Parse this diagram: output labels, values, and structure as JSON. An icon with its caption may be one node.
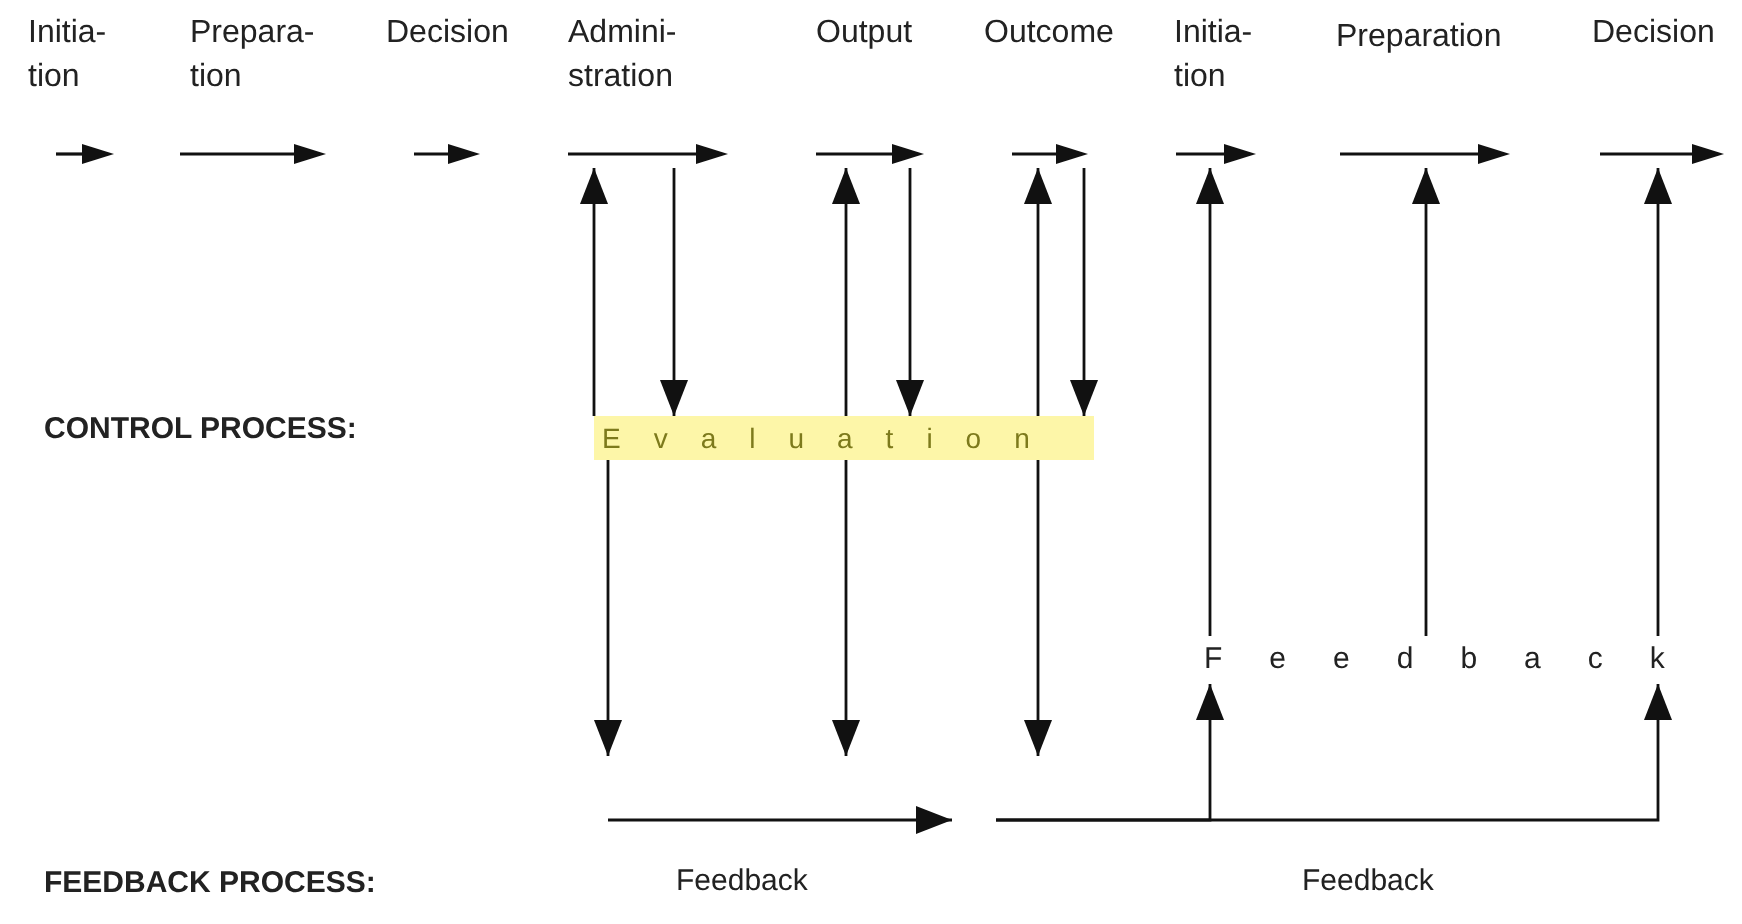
{
  "diagram": {
    "nodes": [
      {
        "text": [],
        "shape": "arrow"
      },
      {
        "text": [],
        "shape": "arrow"
      },
      {
        "text": [],
        "shape": "arrow"
      },
      {
        "text": [],
        "shape": "arrow"
      },
      {
        "text": [],
        "shape": "arrow"
      },
      {
        "text": [],
        "shape": "arrow"
      },
      {
        "text": [],
        "shape": "arrow"
      },
      {
        "text": [],
        "shape": "arrow"
      },
      {
        "text": [],
        "shape": "arrow"
      },
      {
        "text": [
          "Evaluation"
        ]
      },
      {
        "text": [
          "Feedback"
        ]
      }
    ],
    "edges": [
      {
        "from": 9,
        "to": 3,
        "arrow": "to"
      },
      {
        "from": 3,
        "to": 9,
        "arrow": "to"
      },
      {
        "from": 9,
        "to": 4,
        "arrow": "to"
      },
      {
        "from": 4,
        "to": 9,
        "arrow": "to"
      },
      {
        "from": 9,
        "to": 5,
        "arrow": "to"
      },
      {
        "from": 5,
        "to": 9,
        "arrow": "to"
      },
      {
        "from": 9,
        "to": null,
        "arrow": "to"
      },
      {
        "from": 9,
        "to": null,
        "arrow": "to"
      },
      {
        "from": 9,
        "to": null,
        "arrow": "to"
      },
      {
        "from": 10,
        "to": 6,
        "arrow": "to"
      },
      {
        "from": 10,
        "to": 7,
        "arrow": "to"
      },
      {
        "from": 10,
        "to": 8,
        "arrow": "to"
      },
      {
        "from": null,
        "to": 10,
        "arrow": "to"
      },
      {
        "from": null,
        "to": 10,
        "arrow": "to"
      }
    ],
    "labels": [
      "Initia- tion",
      "Prepara- tion",
      "Decision",
      "Admini- stration",
      "Output",
      "Outcome",
      "Initia- tion",
      "Preparation",
      "Decision",
      "CONTROL PROCESS:",
      "FEEDBACK PROCESS:",
      "Feedback",
      "Feedback"
    ]
  }
}
